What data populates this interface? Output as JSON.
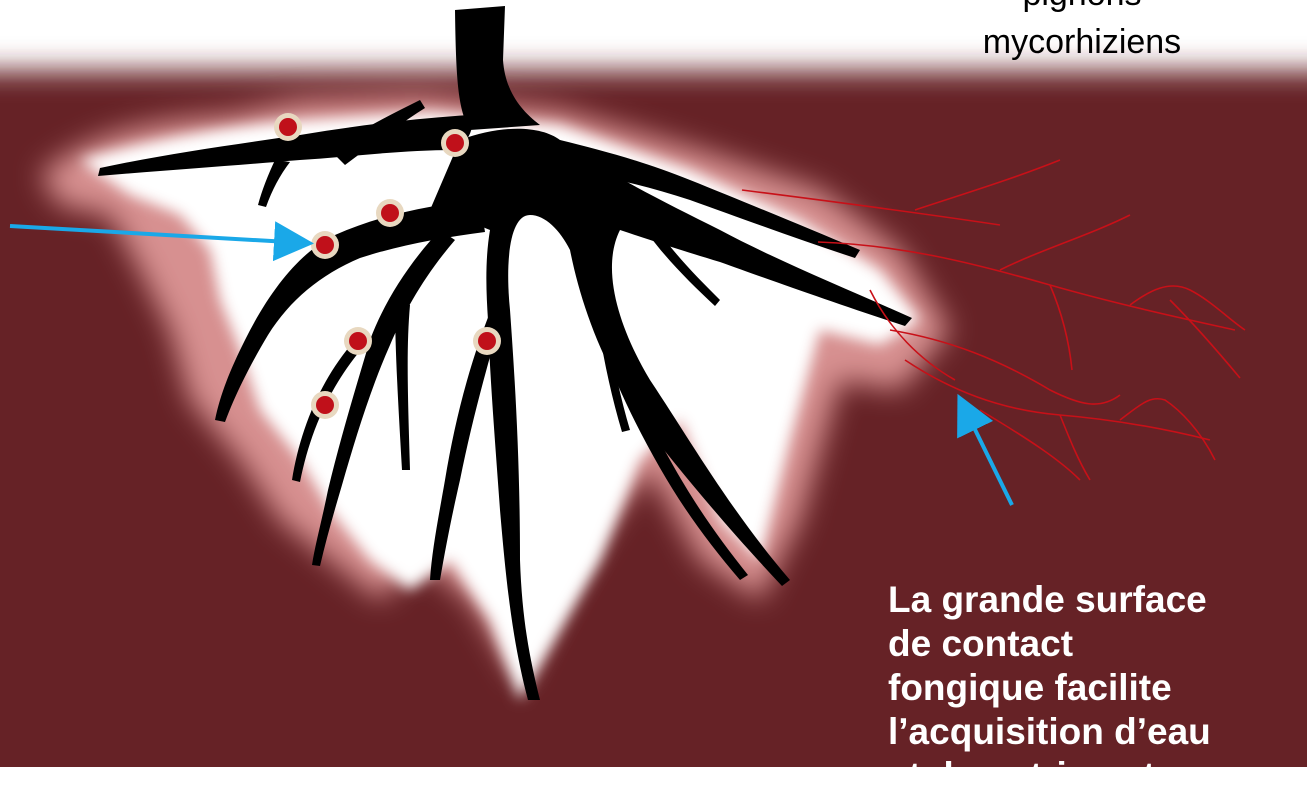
{
  "labels": {
    "mycorrhiza_top": [
      "pignons",
      "mycorhiziens"
    ],
    "caption": [
      "La grande surface",
      "de contact",
      "fongique facilite",
      "l’acquisition d’eau",
      "et de nutriments"
    ]
  },
  "colors": {
    "soil": "#662426",
    "soil_halo": "#d79090",
    "root": "#000000",
    "nodule_fill": "#c0101a",
    "nodule_ring": "#e8d8c0",
    "hyphae": "#c81018",
    "arrow": "#1aa8e8",
    "caption_text": "#ffffff"
  },
  "icons": {
    "nodules": "red-dot-icon",
    "arrows": "arrow-icon"
  }
}
